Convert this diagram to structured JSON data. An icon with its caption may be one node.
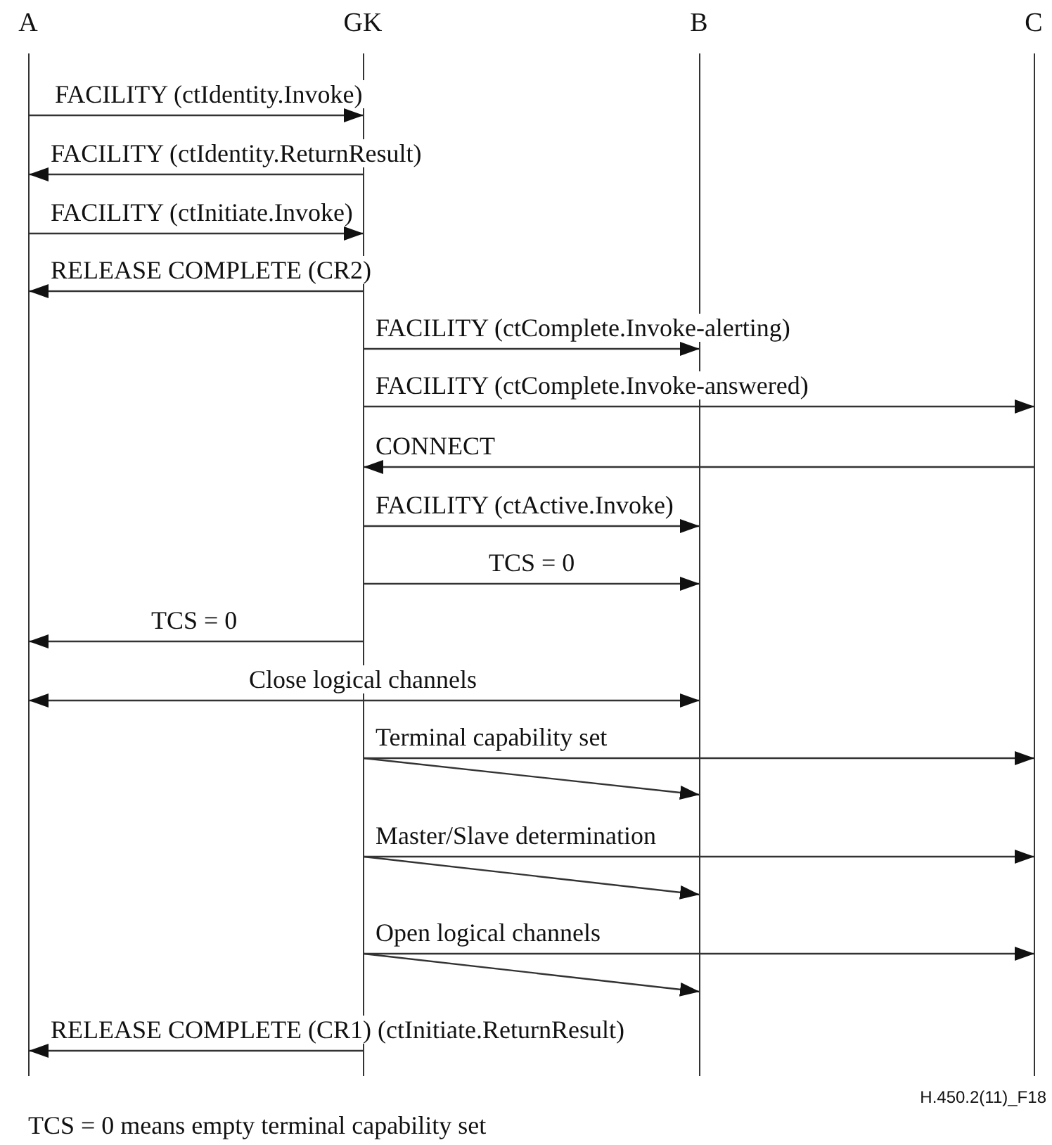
{
  "diagram": {
    "nodes": [
      {
        "text": [
          "A"
        ]
      },
      {
        "text": [
          "GK"
        ]
      },
      {
        "text": [
          "B"
        ]
      },
      {
        "text": [
          "C"
        ]
      }
    ],
    "edges": [
      {
        "from": 0,
        "to": 1,
        "arrow": "to",
        "label": "FACILITY (ctIdentity.Invoke)"
      },
      {
        "from": 1,
        "to": 0,
        "arrow": "to",
        "label": "FACILITY (ctIdentity.ReturnResult)"
      },
      {
        "from": 0,
        "to": 1,
        "arrow": "to",
        "label": "FACILITY (ctInitiate.Invoke)"
      },
      {
        "from": 1,
        "to": 0,
        "arrow": "to",
        "label": "RELEASE COMPLETE (CR2)"
      },
      {
        "from": 1,
        "to": 2,
        "arrow": "to",
        "label": "FACILITY (ctComplete.Invoke-alerting)"
      },
      {
        "from": 1,
        "to": 3,
        "arrow": "to",
        "label": "FACILITY (ctComplete.Invoke-answered)"
      },
      {
        "from": 3,
        "to": 1,
        "arrow": "to",
        "label": "CONNECT"
      },
      {
        "from": 1,
        "to": 2,
        "arrow": "to",
        "label": "FACILITY (ctActive.Invoke)"
      },
      {
        "from": 1,
        "to": 2,
        "arrow": "to",
        "label": "TCS = 0"
      },
      {
        "from": 1,
        "to": 0,
        "arrow": "to",
        "label": "TCS = 0"
      },
      {
        "from": 0,
        "to": 2,
        "arrow": "both",
        "label": "Close logical channels"
      },
      {
        "from": 1,
        "to": 3,
        "arrow": "to",
        "label": "Terminal capability set"
      },
      {
        "from": 1,
        "to": 2,
        "arrow": "to"
      },
      {
        "from": 1,
        "to": 3,
        "arrow": "to",
        "label": "Master/Slave determination"
      },
      {
        "from": 1,
        "to": 2,
        "arrow": "to"
      },
      {
        "from": 1,
        "to": 3,
        "arrow": "to",
        "label": "Open logical channels"
      },
      {
        "from": 1,
        "to": 2,
        "arrow": "to"
      },
      {
        "from": 1,
        "to": 0,
        "arrow": "to",
        "label": "RELEASE COMPLETE (CR1) (ctInitiate.ReturnResult)"
      }
    ],
    "labels": [
      "H.450.2(11)_F18",
      "TCS = 0 means empty terminal capability set"
    ]
  }
}
